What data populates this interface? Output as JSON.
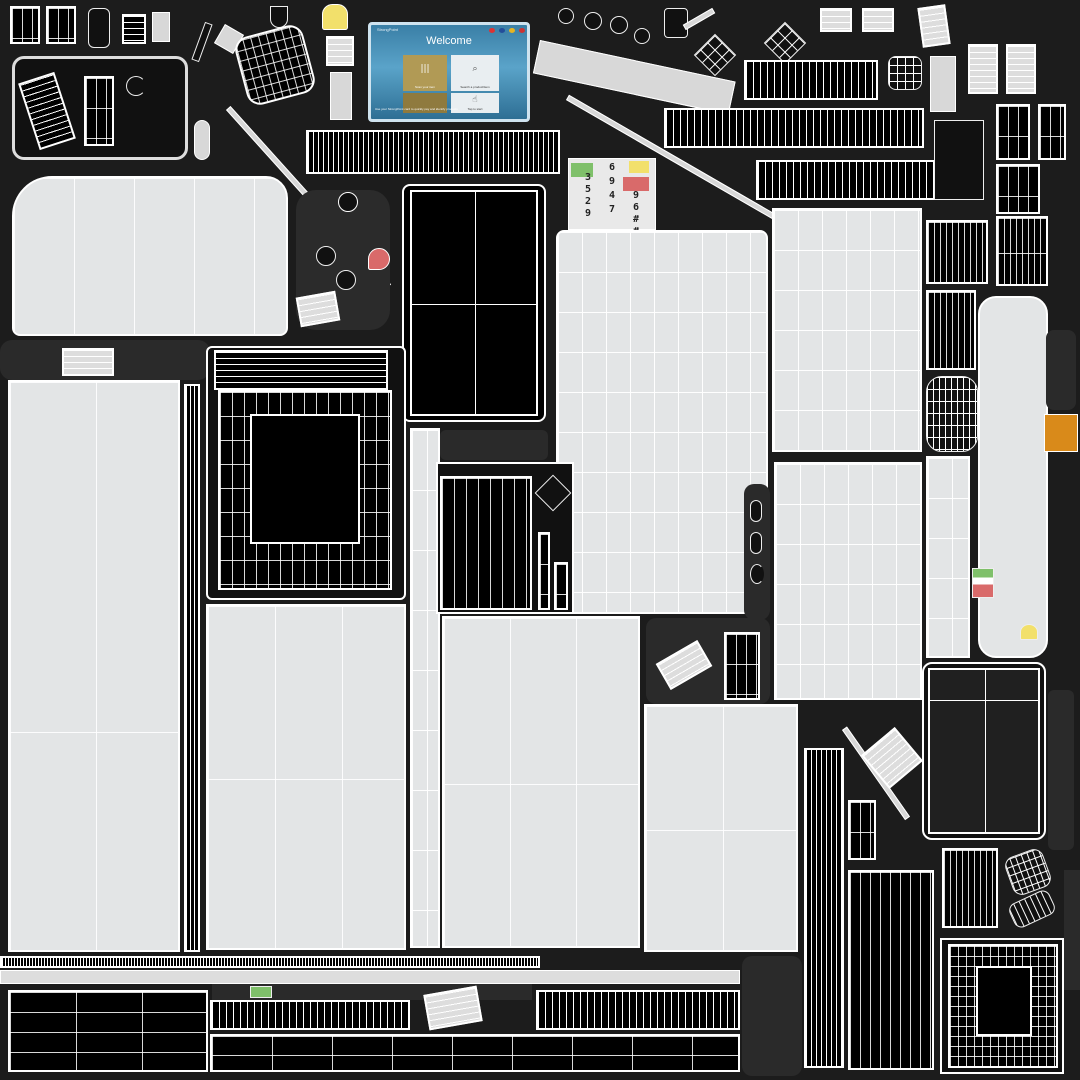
{
  "texture": {
    "welcome_screen": {
      "brand": "StrongPoint",
      "title": "Welcome",
      "tile_a_caption": "Scan your item",
      "tile_b_caption": "Search a product/item",
      "tile_d_caption": "Tap to start",
      "footer": "Use your StrongPoint card to quickly pay and identify products"
    },
    "keypad": {
      "col1": [
        "3",
        "5",
        "2",
        "9"
      ],
      "col2": [
        "6",
        "9",
        "4",
        "7"
      ],
      "col3": [
        "9",
        "6",
        "#",
        "#"
      ]
    },
    "colors": {
      "background": "#1c1c1c",
      "light_panel": "#e3e5e6",
      "wire": "#ffffff",
      "screen_blue": "#3a7fa6",
      "gold_tile": "#b19a55",
      "green_key": "#7fc06a",
      "red_key": "#d96a6a",
      "yellow_sticker": "#f2e06b",
      "orange_part": "#d98a1a"
    }
  }
}
